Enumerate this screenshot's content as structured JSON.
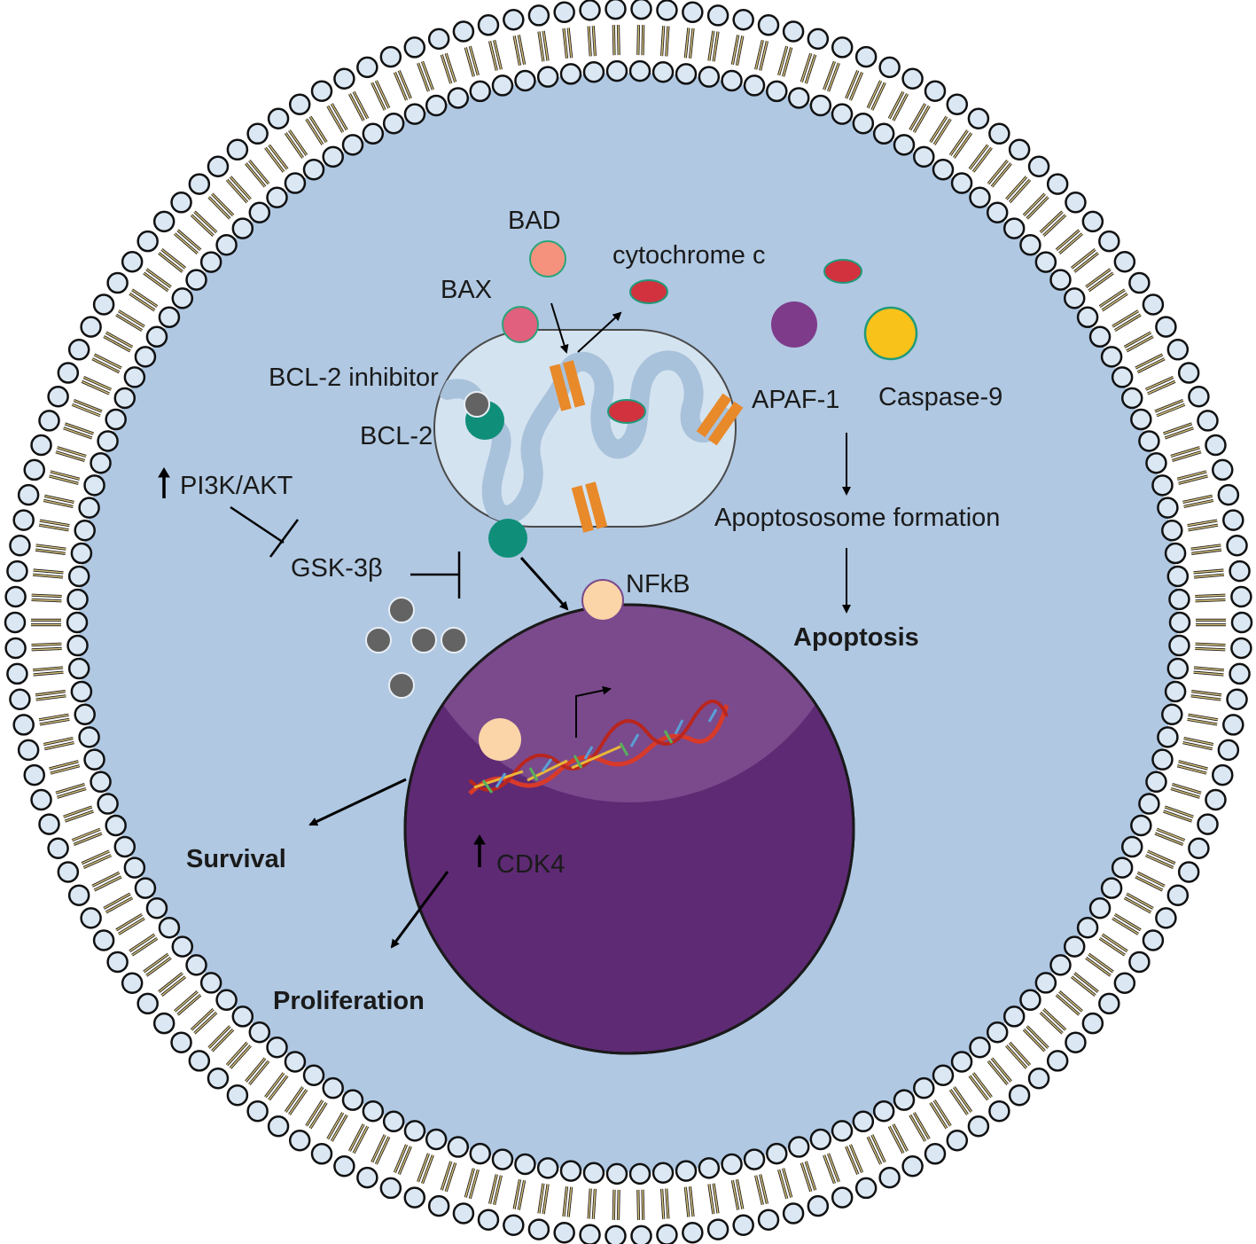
{
  "labels": {
    "bad": "BAD",
    "bax": "BAX",
    "cytochrome_c": "cytochrome c",
    "bcl2_inhibitor": "BCL-2 inhibitor",
    "bcl2": "BCL-2",
    "apaf1": "APAF-1",
    "caspase9": "Caspase-9",
    "pi3k_akt": "PI3K/AKT",
    "gsk3b": "GSK-3β",
    "apoptosome": "Apoptososome formation",
    "nfkb": "NFkB",
    "apoptosis": "Apoptosis",
    "survival": "Survival",
    "cdk4": "CDK4",
    "proliferation": "Proliferation"
  },
  "colors": {
    "cytoplasm": "#b0c8e2",
    "membrane_head": "#dbe8f4",
    "membrane_tail": "#d8c27a",
    "nucleus_top": "#7a4a8c",
    "nucleus_bottom": "#5e2a74",
    "mitochondrion": "#d4e3f0",
    "cristae": "#a9c2db",
    "bad": "#f4927e",
    "bax": "#e0607e",
    "bcl2": "#0f8f7a",
    "cytochrome": "#d1323e",
    "apaf1": "#7d3b8a",
    "caspase9": "#f9c21b",
    "nfkb": "#fbd5a8",
    "gsk": "#636363",
    "channel": "#e8892a"
  }
}
